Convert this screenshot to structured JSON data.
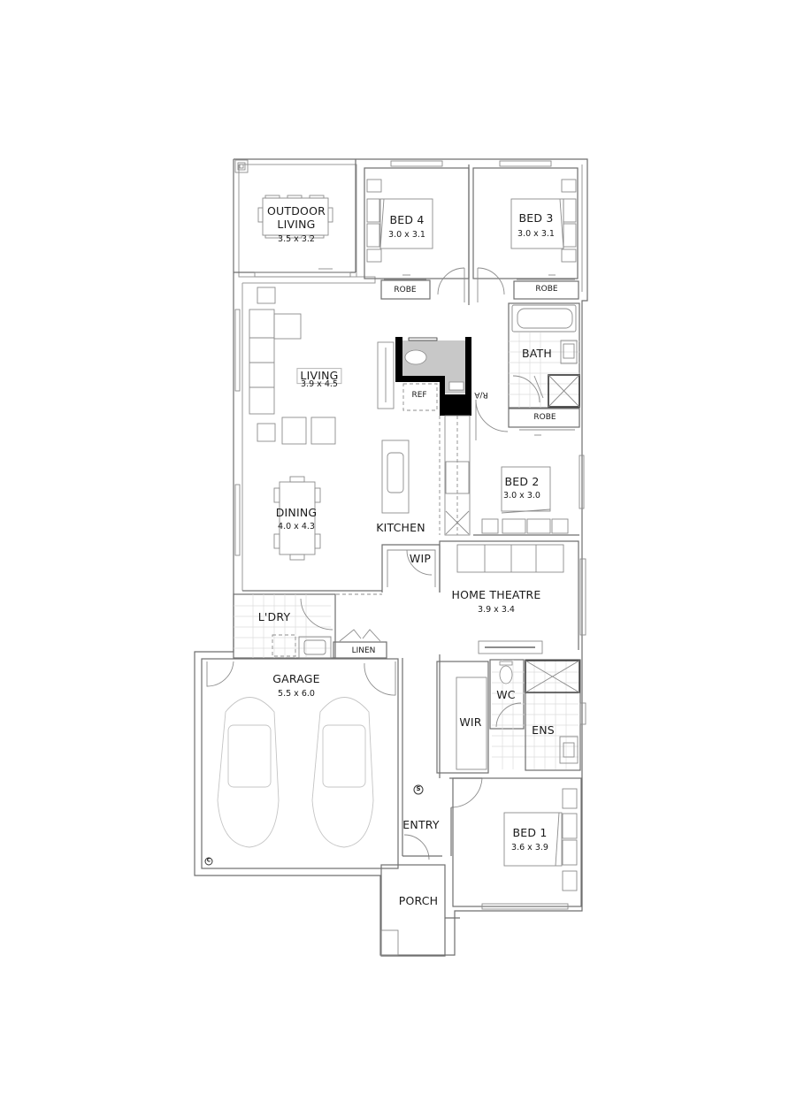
{
  "plan": {
    "type": "floor-plan",
    "rooms": {
      "outdoor_living": {
        "name": "OUTDOOR\nLIVING",
        "name_line1": "OUTDOOR",
        "name_line2": "LIVING",
        "size": "3.5 x 3.2"
      },
      "bed4": {
        "name": "BED 4",
        "size": "3.0 x 3.1"
      },
      "bed3": {
        "name": "BED 3",
        "size": "3.0 x 3.1"
      },
      "robe_bed4": {
        "name": "ROBE"
      },
      "robe_bed3": {
        "name": "ROBE"
      },
      "bath": {
        "name": "BATH"
      },
      "robe_bed2": {
        "name": "ROBE"
      },
      "living": {
        "name": "LIVING",
        "size": "3.9 x 4.5"
      },
      "ref": {
        "name": "REF"
      },
      "ra": {
        "name": "R/A"
      },
      "bed2": {
        "name": "BED 2",
        "size": "3.0 x 3.0"
      },
      "dining": {
        "name": "DINING",
        "size": "4.0 x 4.3"
      },
      "kitchen": {
        "name": "KITCHEN"
      },
      "wip": {
        "name": "WIP"
      },
      "home_theatre": {
        "name": "HOME THEATRE",
        "size": "3.9 x 3.4"
      },
      "laundry": {
        "name": "L'DRY"
      },
      "linen": {
        "name": "LINEN"
      },
      "garage": {
        "name": "GARAGE",
        "size": "5.5 x 6.0"
      },
      "wc": {
        "name": "WC"
      },
      "wir": {
        "name": "WIR"
      },
      "ens": {
        "name": "ENS"
      },
      "entry": {
        "name": "ENTRY"
      },
      "bed1": {
        "name": "BED 1",
        "size": "3.6 x 3.9"
      },
      "porch": {
        "name": "PORCH"
      }
    },
    "symbols": {
      "smoke_detector": "S",
      "garage_marker": "C"
    },
    "colors": {
      "wall": "#6f6f6f",
      "powder_room_fill": "#c8c8c8",
      "solid_wall": "#000000",
      "background": "#ffffff"
    }
  }
}
